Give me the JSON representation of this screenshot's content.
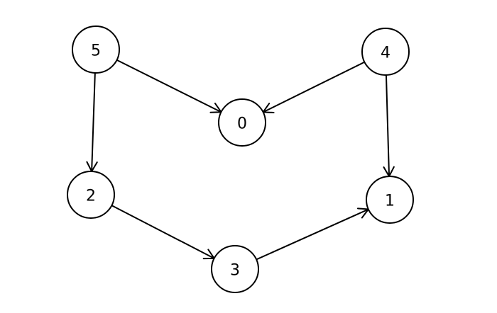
{
  "graph": {
    "nodes": [
      {
        "id": "5",
        "label": "5"
      },
      {
        "id": "4",
        "label": "4"
      },
      {
        "id": "0",
        "label": "0"
      },
      {
        "id": "2",
        "label": "2"
      },
      {
        "id": "1",
        "label": "1"
      },
      {
        "id": "3",
        "label": "3"
      }
    ],
    "edges": [
      {
        "from": "5",
        "to": "0"
      },
      {
        "from": "5",
        "to": "2"
      },
      {
        "from": "4",
        "to": "0"
      },
      {
        "from": "4",
        "to": "1"
      },
      {
        "from": "2",
        "to": "3"
      },
      {
        "from": "3",
        "to": "1"
      }
    ],
    "colors": {
      "stroke": "#000000",
      "node_fill": "#ffffff",
      "background": "#ffffff"
    }
  }
}
